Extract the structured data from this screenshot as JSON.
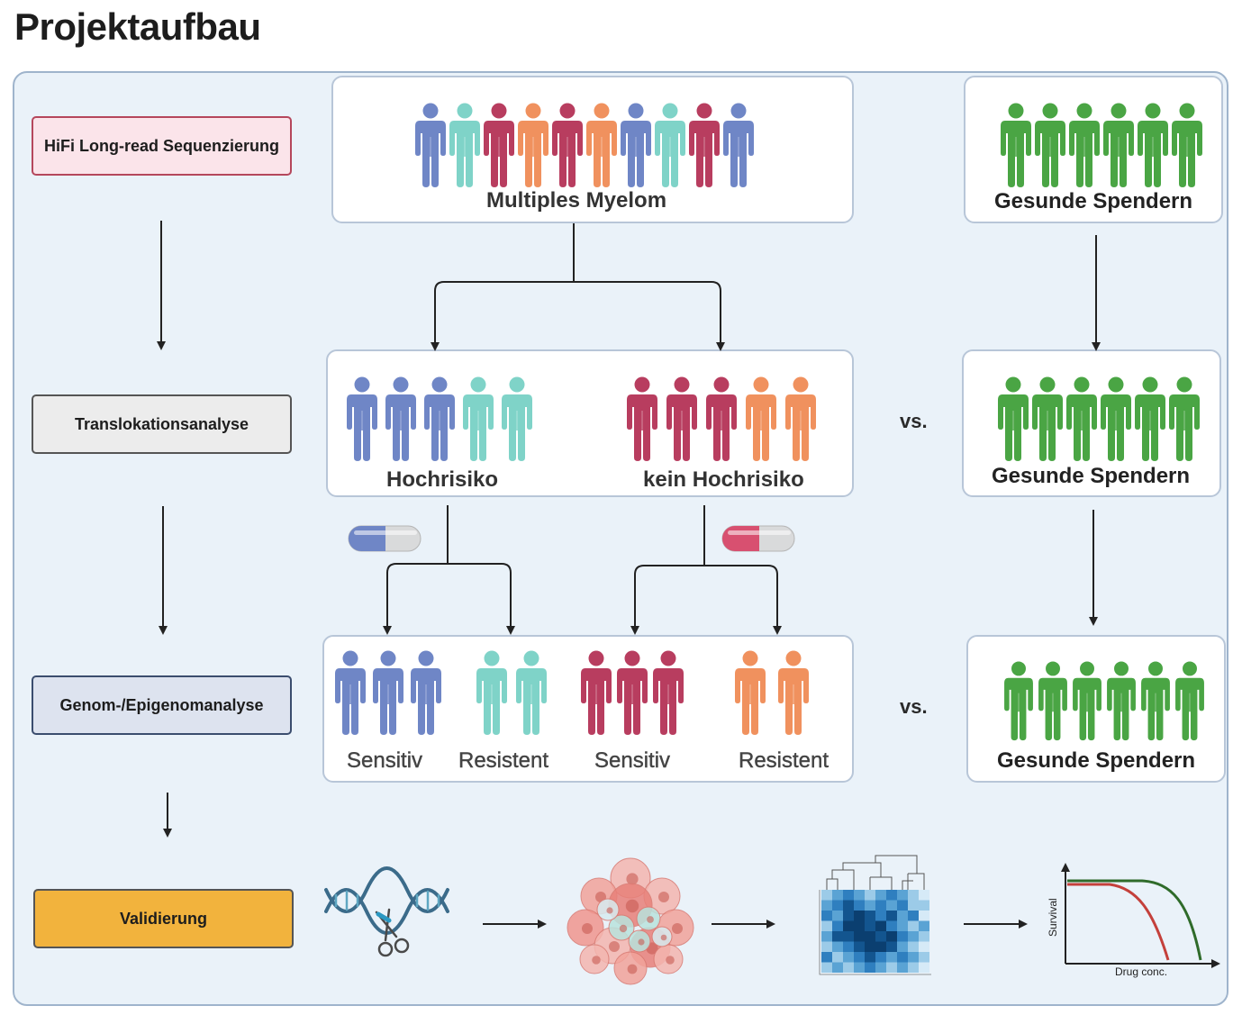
{
  "title": "Projektaufbau",
  "steps": [
    {
      "label": "HiFi Long-read Sequenzierung",
      "fill": "#fbe4ea",
      "border": "#b5475c"
    },
    {
      "label": "Translokationsanalyse",
      "fill": "#ececec",
      "border": "#555555"
    },
    {
      "label": "Genom-/Epigenomanalyse",
      "fill": "#dde3ef",
      "border": "#3b4d6e"
    },
    {
      "label": "Validierung",
      "fill": "#f2b33d",
      "border": "#555555"
    }
  ],
  "panels": {
    "myeloma": "Multiples Myelom",
    "healthy": "Gesunde Spendern",
    "highrisk": "Hochrisiko",
    "nohighrisk": "kein Hochrisiko",
    "sensitive": "Sensitiv",
    "resistant": "Resistent"
  },
  "vs_label": "vs.",
  "survival_chart": {
    "ylabel": "Survival",
    "xlabel": "Drug conc."
  },
  "colors": {
    "blue": "#6f86c6",
    "teal": "#7fd3c8",
    "crimson": "#b83d5f",
    "orange": "#f0915e",
    "green": "#4aa544"
  },
  "icons": [
    "dna-scissors-icon",
    "cell-cluster-icon",
    "heatmap-icon",
    "survival-curve-icon",
    "pill-icon"
  ]
}
